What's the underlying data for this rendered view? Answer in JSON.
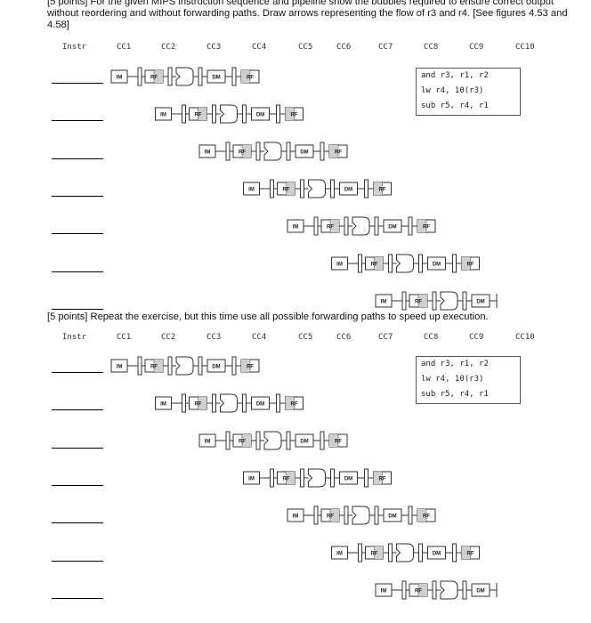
{
  "question1": {
    "text": "[5 points] For the given MIPS instruction sequence and pipeline show the bubbles required to ensure correct output without reordering and without forwarding paths.  Draw arrows representing the flow of r3 and r4.  [See figures 4.53 and 4.58]"
  },
  "question2": {
    "text": "[5 points] Repeat the exercise, but this time use all possible forwarding paths to speed up execution."
  },
  "table_header": {
    "instr": "Instr",
    "cycles": [
      "CC1",
      "CC2",
      "CC3",
      "CC4",
      "CC5",
      "CC6",
      "CC7",
      "CC8",
      "CC9",
      "CC10"
    ]
  },
  "code": [
    "and r3, r1, r2",
    "lw r4, 10(r3)",
    "sub r5, r4, r1"
  ],
  "stage_labels": {
    "im": "IM",
    "rf_read": "RF",
    "dm": "DM",
    "rf_write": "RF"
  },
  "pipeline_rows": 7,
  "last_row_truncated": true,
  "colors": {
    "stroke": "#333333",
    "grid": "#d8d8d8"
  }
}
